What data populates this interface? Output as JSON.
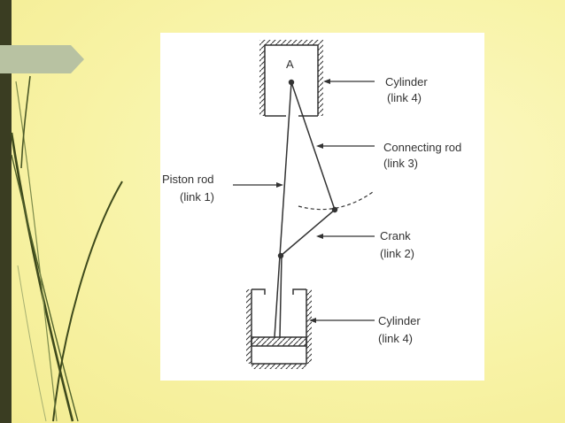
{
  "diagram": {
    "point_label": "A",
    "labels": {
      "cylinder_top_line1": "Cylinder",
      "cylinder_top_line2": "(link 4)",
      "connecting_rod_line1": "Connecting rod",
      "connecting_rod_line2": "(link 3)",
      "piston_rod_line1": "Piston rod",
      "piston_rod_line2": "(link 1)",
      "crank_line1": "Crank",
      "crank_line2": "(link 2)",
      "cylinder_bottom_line1": "Cylinder",
      "cylinder_bottom_line2": "(link 4)"
    }
  },
  "colors": {
    "background": "#f8f3a6",
    "bar": "#3a3d22",
    "marker": "#b8c2a2",
    "swoosh": "#3e4a1c",
    "ink": "#333333"
  }
}
